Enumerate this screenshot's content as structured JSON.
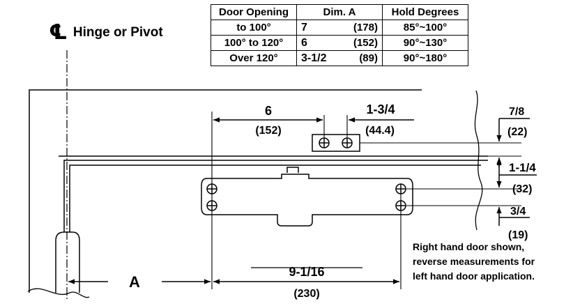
{
  "table": {
    "headers": [
      "Door Opening",
      "Dim. A",
      "Hold Degrees"
    ],
    "rows": [
      {
        "opening": "to 100°",
        "dim_in": "7",
        "dim_mm": "(178)",
        "hold": "85°~100°"
      },
      {
        "opening": "100° to 120°",
        "dim_in": "6",
        "dim_mm": "(152)",
        "hold": "90°~130°"
      },
      {
        "opening": "Over 120°",
        "dim_in": "3-1/2",
        "dim_mm": "(89)",
        "hold": "90°~180°"
      }
    ]
  },
  "hinge_label": "Hinge or Pivot",
  "centerline_symbol": "℄",
  "dimensions": {
    "six": {
      "inch": "6",
      "mm": "(152)"
    },
    "one_three_quarter": {
      "inch": "1-3/4",
      "mm": "(44.4)"
    },
    "seven_eighth": {
      "inch": "7/8",
      "mm": "(22)"
    },
    "one_quarter": {
      "inch": "1-1/4",
      "mm": "(32)"
    },
    "three_quarter": {
      "inch": "3/4",
      "mm": "(19)"
    },
    "nine_sixteenth": {
      "inch": "9-1/16",
      "mm": "(230)"
    },
    "a_label": "A"
  },
  "note": {
    "line1": "Right hand door shown,",
    "line2": "reverse measurements for",
    "line3": "left hand door application."
  }
}
